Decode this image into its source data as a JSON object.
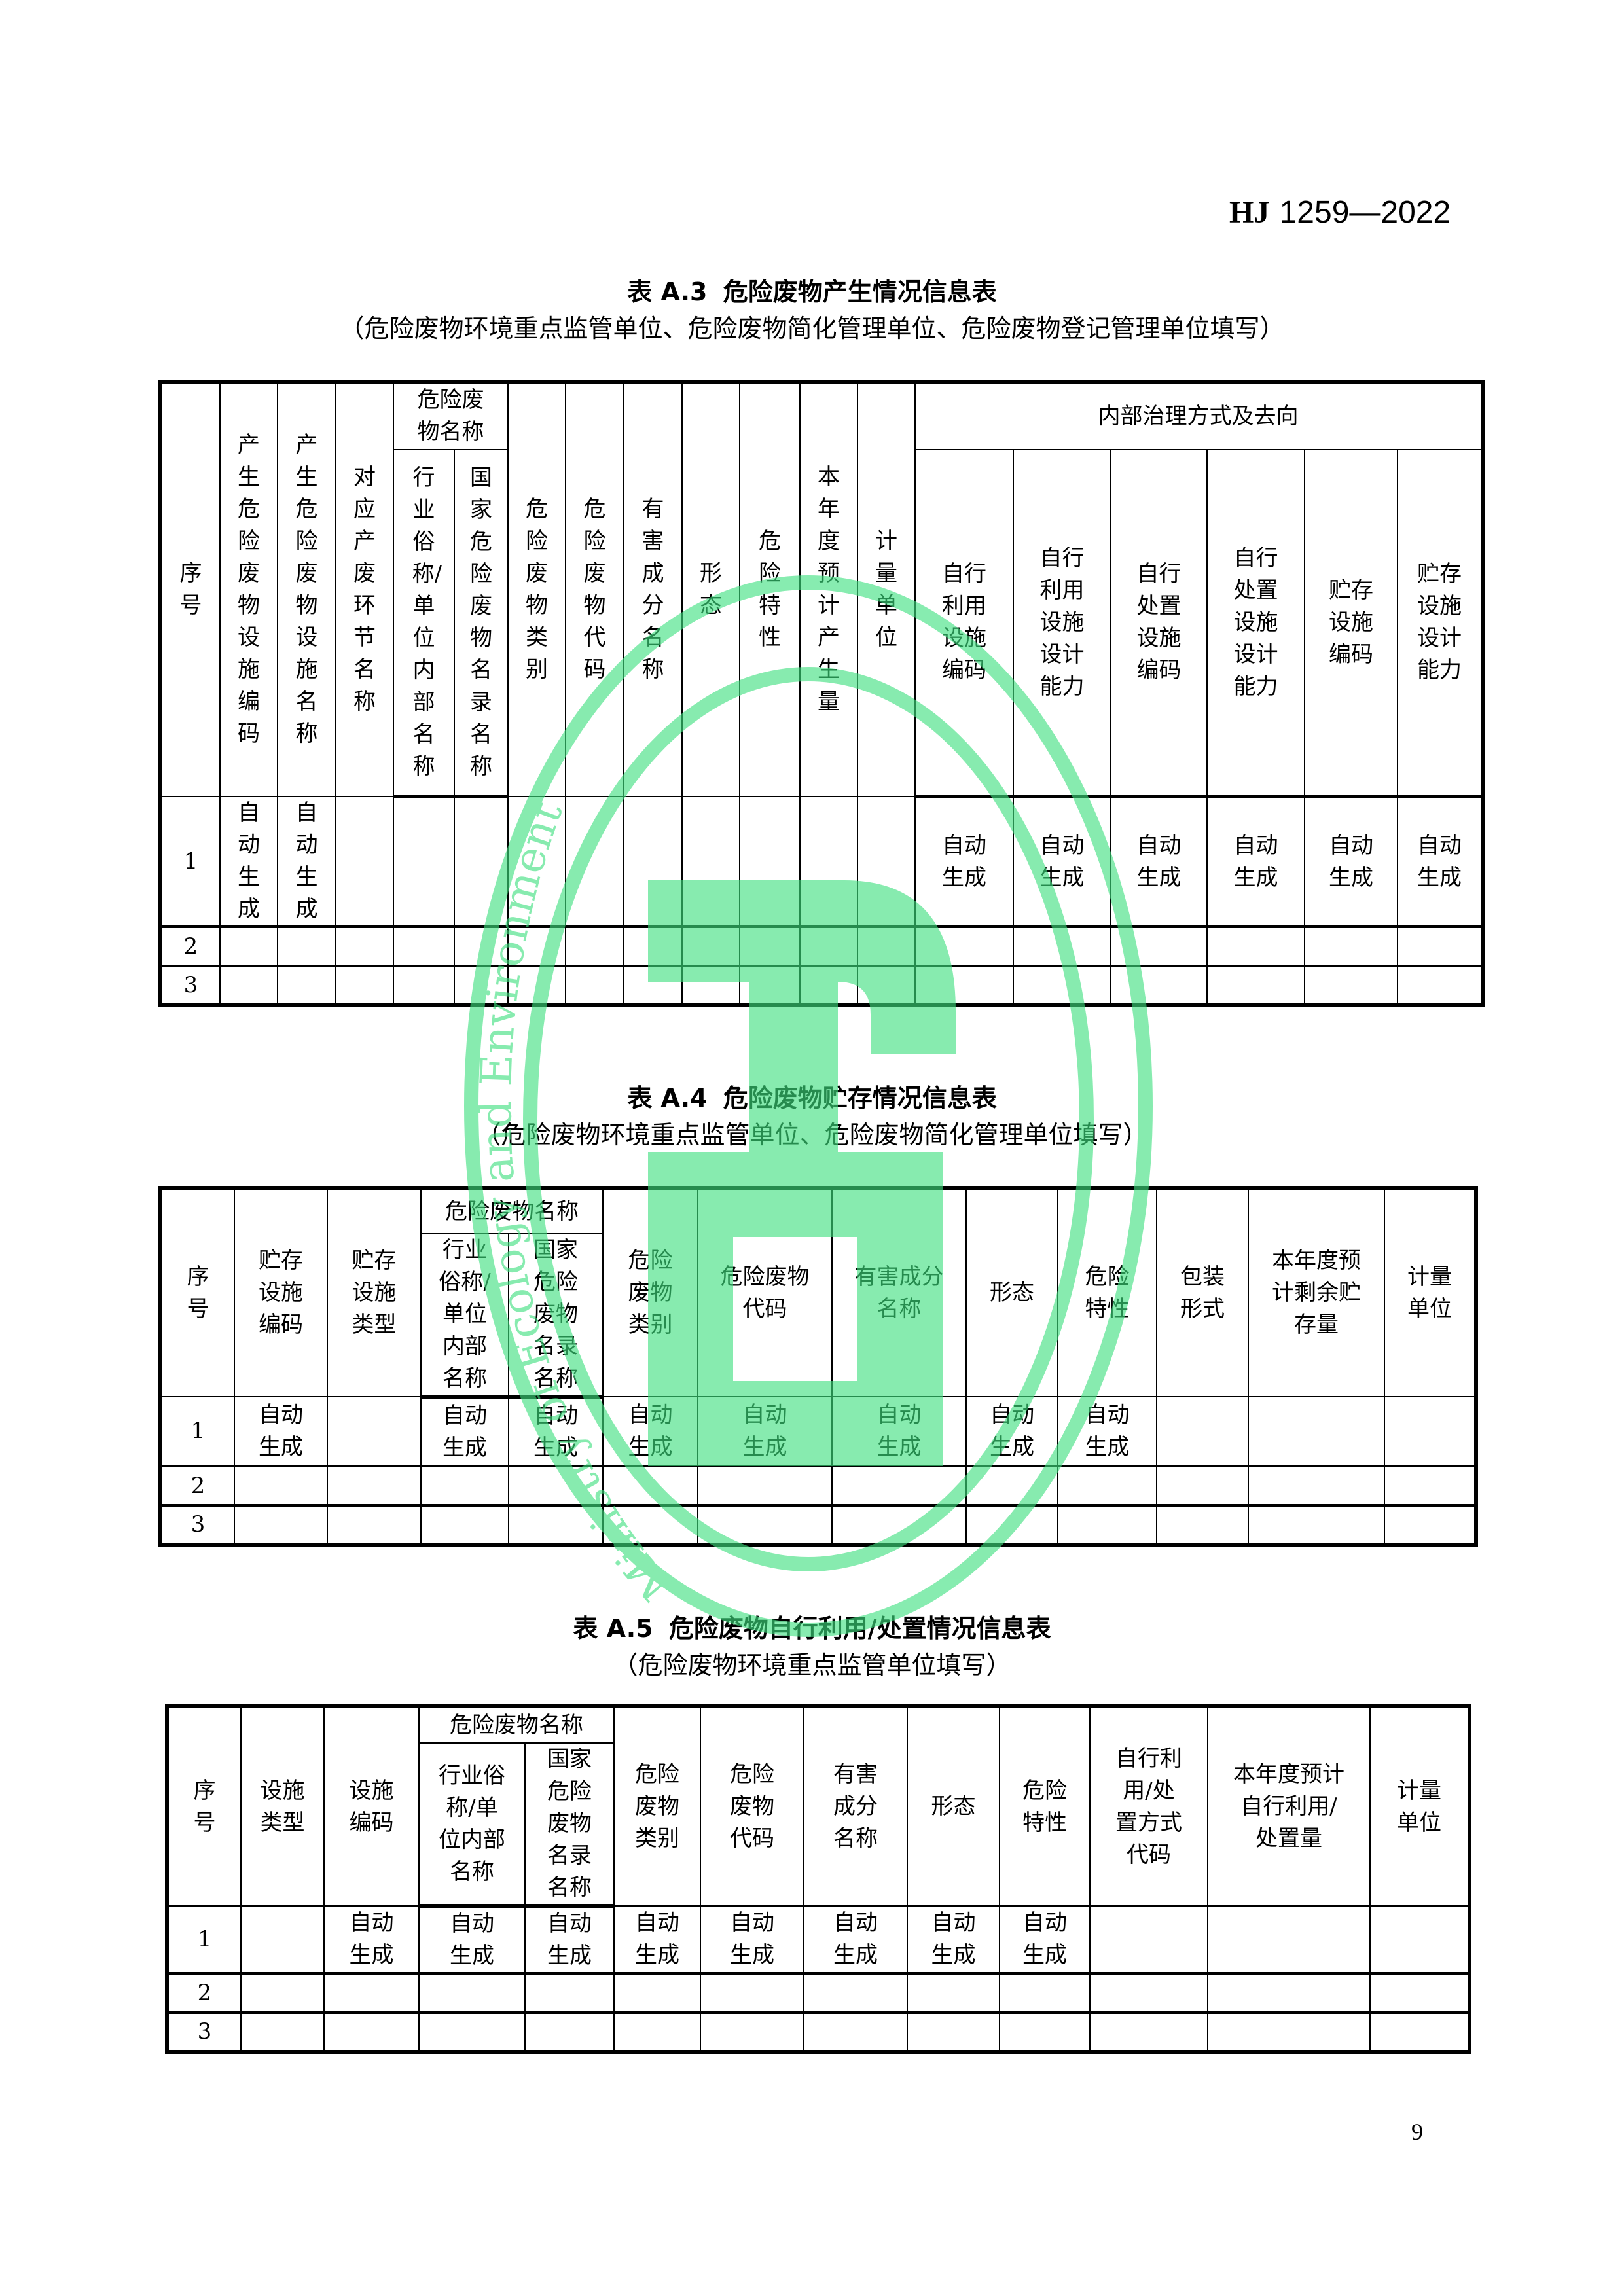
{
  "header": {
    "std_prefix": "HJ",
    "std_number": "1259—2022"
  },
  "table_a3": {
    "title_no": "表 A.3",
    "title": "危险废物产生情况信息表",
    "subtitle": "（危险废物环境重点监管单位、危险废物简化管理单位、危险废物登记管理单位填写）",
    "headers": {
      "seq": "序号",
      "gen_facility_code": "产生危险废物设施编码",
      "gen_facility_name": "产生危险废物设施名称",
      "process_name": "对应产废环节名称",
      "waste_name_group": "危险废物名称",
      "industry_name": "行业俗称/单位内部名称",
      "national_name": "国家危险废物名录名称",
      "category": "危险废物类别",
      "code": "危险废物代码",
      "harmful": "有害成分名称",
      "form": "形态",
      "hazard": "危险特性",
      "annual_gen": "本年度预计产生量",
      "unit": "计量单位",
      "internal_group": "内部治理方式及去向",
      "self_use_code": "自行利用设施编码",
      "self_use_cap": "自行利用设施设计能力",
      "self_disp_code": "自行处置设施编码",
      "self_disp_cap": "自行处置设施设计能力",
      "storage_code": "贮存设施编码",
      "storage_cap": "贮存设施设计能力"
    },
    "rows": [
      {
        "seq": "1",
        "cells": [
          "自动生成",
          "自动生成",
          "",
          "",
          "",
          "",
          "",
          "",
          "",
          "",
          "",
          "",
          "自动生成",
          "自动生成",
          "自动生成",
          "自动生成",
          "自动生成",
          "自动生成"
        ]
      },
      {
        "seq": "2",
        "cells": [
          "",
          "",
          "",
          "",
          "",
          "",
          "",
          "",
          "",
          "",
          "",
          "",
          "",
          "",
          "",
          "",
          "",
          ""
        ]
      },
      {
        "seq": "3",
        "cells": [
          "",
          "",
          "",
          "",
          "",
          "",
          "",
          "",
          "",
          "",
          "",
          "",
          "",
          "",
          "",
          "",
          "",
          ""
        ]
      }
    ]
  },
  "table_a4": {
    "title_no": "表 A.4",
    "title": "危险废物贮存情况信息表",
    "subtitle": "（危险废物环境重点监管单位、危险废物简化管理单位填写）",
    "headers": {
      "seq": "序号",
      "storage_code": "贮存设施编码",
      "storage_type": "贮存设施类型",
      "waste_name_group": "危险废物名称",
      "industry_name": "行业俗称/单位内部名称",
      "national_name": "国家危险废物名录名称",
      "category": "危险废物类别",
      "code": "危险废物代码",
      "harmful": "有害成分名称",
      "form": "形态",
      "hazard": "危险特性",
      "packaging": "包装形式",
      "remaining": "本年度预计剩余贮存量",
      "unit": "计量单位"
    },
    "rows": [
      {
        "seq": "1",
        "cells": [
          "自动生成",
          "",
          "自动生成",
          "自动生成",
          "自动生成",
          "自动生成",
          "自动生成",
          "自动生成",
          "自动生成",
          "",
          "",
          ""
        ]
      },
      {
        "seq": "2",
        "cells": [
          "",
          "",
          "",
          "",
          "",
          "",
          "",
          "",
          "",
          "",
          "",
          ""
        ]
      },
      {
        "seq": "3",
        "cells": [
          "",
          "",
          "",
          "",
          "",
          "",
          "",
          "",
          "",
          "",
          "",
          ""
        ]
      }
    ]
  },
  "table_a5": {
    "title_no": "表 A.5",
    "title": "危险废物自行利用/处置情况信息表",
    "subtitle": "（危险废物环境重点监管单位填写）",
    "headers": {
      "seq": "序号",
      "facility_type": "设施类型",
      "facility_code": "设施编码",
      "waste_name_group": "危险废物名称",
      "industry_name": "行业俗称/单位内部名称",
      "national_name": "国家危险废物名录名称",
      "category": "危险废物类别",
      "code": "危险废物代码",
      "harmful": "有害成分名称",
      "form": "形态",
      "hazard": "危险特性",
      "method_code": "自行利用/处置方式代码",
      "annual_amount": "本年度预计自行利用/处置量",
      "unit": "计量单位"
    },
    "rows": [
      {
        "seq": "1",
        "cells": [
          "",
          "自动生成",
          "自动生成",
          "自动生成",
          "自动生成",
          "自动生成",
          "自动生成",
          "自动生成",
          "自动生成",
          "",
          "",
          ""
        ]
      },
      {
        "seq": "2",
        "cells": [
          "",
          "",
          "",
          "",
          "",
          "",
          "",
          "",
          "",
          "",
          "",
          ""
        ]
      },
      {
        "seq": "3",
        "cells": [
          "",
          "",
          "",
          "",
          "",
          "",
          "",
          "",
          "",
          "",
          "",
          ""
        ]
      }
    ]
  },
  "watermark": {
    "text": "Ministry of Ecology and Environment",
    "color": "#3ee07f"
  },
  "footer": {
    "page_number": "9"
  }
}
